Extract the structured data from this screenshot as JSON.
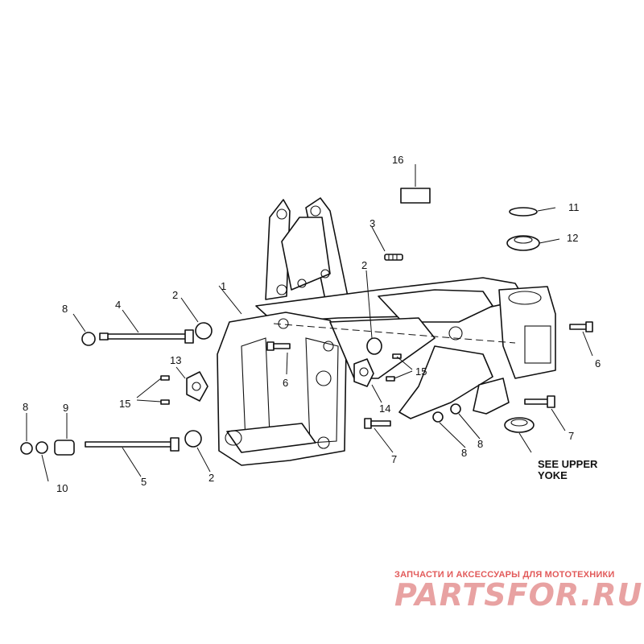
{
  "callouts": {
    "c1": "1",
    "c2a": "2",
    "c2b": "2",
    "c2c": "2",
    "c3": "3",
    "c4": "4",
    "c5": "5",
    "c6a": "6",
    "c6b": "6",
    "c7a": "7",
    "c7b": "7",
    "c8a": "8",
    "c8b": "8",
    "c8c": "8",
    "c8d": "8",
    "c9": "9",
    "c10": "10",
    "c11": "11",
    "c12": "12",
    "c13": "13",
    "c14": "14",
    "c15a": "15",
    "c15b": "15",
    "c16": "16"
  },
  "note": {
    "line1": "SEE UPPER",
    "line2": "YOKE"
  },
  "watermark": {
    "tagline": "ЗАПЧАСТИ И АКСЕССУАРЫ ДЛЯ МОТОТЕХНИКИ",
    "logo": "PARTSFOR.RU"
  },
  "colors": {
    "line": "#111111",
    "watermark": "#e25a5a"
  }
}
